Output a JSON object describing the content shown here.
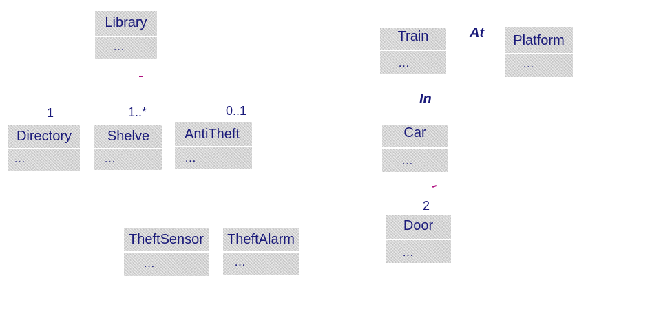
{
  "classes": {
    "library": {
      "name": "Library",
      "attrs": "…"
    },
    "directory": {
      "name": "Directory",
      "attrs": "…"
    },
    "shelve": {
      "name": "Shelve",
      "attrs": "…"
    },
    "antitheft": {
      "name": "AntiTheft",
      "attrs": "…"
    },
    "theftsensor": {
      "name": "TheftSensor",
      "attrs": "…"
    },
    "theftalarm": {
      "name": "TheftAlarm",
      "attrs": "…"
    },
    "train": {
      "name": "Train",
      "attrs": "…"
    },
    "platform": {
      "name": "Platform",
      "attrs": "…"
    },
    "car": {
      "name": "Car",
      "attrs": "…"
    },
    "door": {
      "name": "Door",
      "attrs": "…"
    }
  },
  "multiplicities": {
    "directory": "1",
    "shelve": "1..*",
    "antitheft": "0..1",
    "door": "2"
  },
  "associations": {
    "at": "At",
    "in": "In"
  },
  "colors": {
    "text": "#1a1a7a",
    "box": "#d4d4d4",
    "mark": "#b01080"
  }
}
